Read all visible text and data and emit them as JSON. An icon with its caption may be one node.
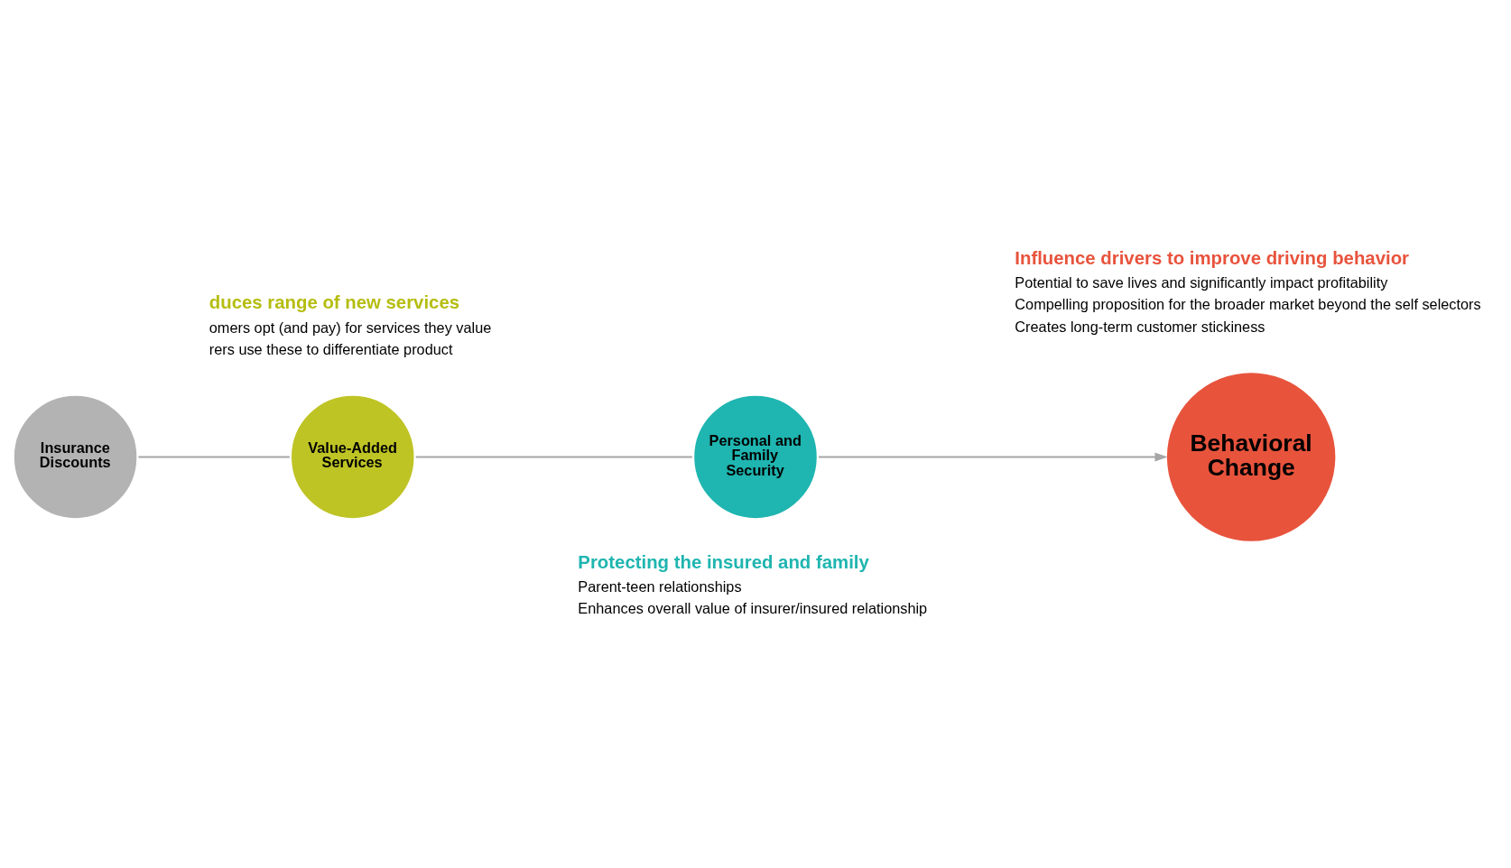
{
  "diagram": {
    "nodes": [
      {
        "text": [
          "Insurance Discounts"
        ]
      },
      {
        "text": [
          "Value-Added Services"
        ],
        "beside": [
          "duces range of new services",
          "omers opt (and pay) for services they value",
          "rers use these to differentiate product"
        ]
      },
      {
        "text": [
          "Personal and Family Security"
        ],
        "beside": [
          "Protecting the insured and family",
          "Parent-teen relationships",
          "Enhances overall value of insurer/insured relationship"
        ]
      },
      {
        "text": [
          "Behavioral Change"
        ],
        "beside": [
          "Influence drivers to improve driving behavior",
          "Potential to save lives and significantly impact profitability",
          "Compelling proposition for the broader market beyond the self selectors",
          "Creates long-term customer stickiness"
        ]
      }
    ],
    "edges": [
      {
        "from": 0,
        "to": 1,
        "arrow": "none"
      },
      {
        "from": 1,
        "to": 2,
        "arrow": "none"
      },
      {
        "from": 2,
        "to": 3,
        "arrow": "to"
      }
    ]
  }
}
